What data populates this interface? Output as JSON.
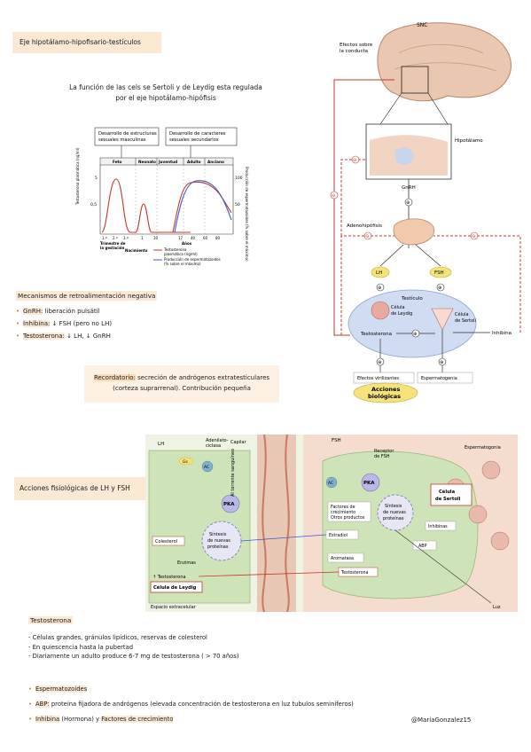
{
  "title": "Eje hipotálamo-hipofisario-testículos",
  "intro_line1": "La función de las cels se Sertoli y de Leydig esta regulada",
  "intro_line2": "por el eje hipotálamo-hipófisis",
  "small_figure": {
    "top_box1": "Desarrollo de estructuras sexuales masculinas",
    "top_box1_a": "Desarrollo de estructuras",
    "top_box1_b": "sexuales masculinas",
    "top_box2_a": "Desarrollo de caracteres",
    "top_box2_b": "sexuales secundarios",
    "phases": [
      "Feto",
      "Neonato",
      "Juventud",
      "Adulto",
      "Anciano"
    ],
    "y_left_label": "Testosterona plasmática (ng/ml)",
    "y_right_label": "Producción de espermatozoides (% sobre el máximo)",
    "y_left_ticks": [
      "5",
      "0,5"
    ],
    "y_right_ticks": [
      "100",
      "50"
    ],
    "x_ticks": [
      "1.º",
      "2.º",
      "3.º",
      "1",
      "10",
      "17",
      "40",
      "60",
      "80"
    ],
    "x_left_label_a": "Trimestre de",
    "x_left_label_b": "la gestación",
    "x_birth": "Nacimiento",
    "x_years": "Años",
    "legend1_a": "Testosterona",
    "legend1_b": "plasmática (ng/ml)",
    "legend2_a": "Producción de espermatozoides",
    "legend2_b": "(% sobre el máximo)"
  },
  "mech_title": "Mecanismos de retroalimentación negativa",
  "mech": [
    {
      "key": "GnRH:",
      "text": " liberación pulsátil"
    },
    {
      "key": "Inhibina:",
      "text": " ↓ FSH (pero no LH)"
    },
    {
      "key": "Testosterona:",
      "text": " ↓ LH, ↓ GnRH"
    }
  ],
  "recordatorio_key": "Recordatorio:",
  "recordatorio_text1": " secreción de andrógenos extratesticulares",
  "recordatorio_text2": "(corteza suprarrenal). Contribución pequeña",
  "right_diagram": {
    "snc": "SNC",
    "efectos_conducta_a": "Efectos sobre",
    "efectos_conducta_b": "la conducta",
    "hipotalamo": "Hipotálamo",
    "gnrh": "GnRH",
    "adenohipofisis": "Adenohipófisis",
    "lh": "LH",
    "fsh": "FSH",
    "testiculo": "Testículo",
    "leydig_a": "Célula",
    "leydig_b": "de Leydig",
    "sertoli_a": "Célula",
    "sertoli_b": "de Sertoli",
    "testosterona": "Testosterona",
    "inhibina": "Inhibina",
    "efectos_virilizantes": "Efectos virilizantes",
    "espermatogenia": "Espermatogenia",
    "acciones_a": "Acciones",
    "acciones_b": "biológicas",
    "minus": "⊖",
    "plus": "⊕"
  },
  "acciones_label": "Acciones fisiológicas de LH y FSH",
  "bottom_figure": {
    "lh": "LH",
    "adenilato_a": "Adenilato-",
    "adenilato_b": "ciclasa",
    "gs": "Gs",
    "ac": "AC",
    "pka": "PKA",
    "sintesis_a": "Síntesis",
    "sintesis_b": "de nuevas",
    "sintesis_c": "proteínas",
    "colesterol": "Colesterol",
    "enzimas": "Enzimas",
    "testosterona_up": "↑ Testosterona",
    "celula_leydig": "Célula de Leydig",
    "espacio": "Espacio extracelular",
    "capilar": "Capilar",
    "torrente": "Al torrente sanguíneo",
    "fsh": "FSH",
    "receptor_a": "Receptor",
    "receptor_b": "de FSH",
    "espermatogonia": "Espermatogonia",
    "factores_a": "Factores de",
    "factores_b": "crecimiento",
    "factores_c": "Otros productos",
    "inhibinas": "Inhibinas",
    "celula_sertoli_a": "Célula",
    "celula_sertoli_b": "de Sertoli",
    "estradiol": "Estradiol",
    "abp": "ABP",
    "aromatasa": "Aromatasa",
    "testosterona": "Testosterona",
    "luz": "Luz"
  },
  "testosterona_title": "Testosterona",
  "testosterona_list": [
    "- Células grandes, gránulos lipídicos, reservas de colesterol",
    "- En quiescencia hasta la pubertad",
    "- Diariamente un adulto produce 6-7 mg de testosterona ( > 70 años)"
  ],
  "bottom_bullets": [
    {
      "key": "Espermatozoides",
      "text": ""
    },
    {
      "key": "ABP:",
      "text": " proteína fijadora de andrógenos (elevada concentración de testosterona en luz tubulos seminíferos)"
    },
    {
      "key": "Inhibina",
      "text": " (Hormona) y ",
      "key2": "Factores de crecimiento"
    }
  ],
  "signature": "@MariaGonzalez15",
  "colors": {
    "accent_bg": "#fbe9d4",
    "red_line": "#c0392b",
    "blue_line": "#3a5bd0",
    "yellow": "#f6e27a"
  }
}
